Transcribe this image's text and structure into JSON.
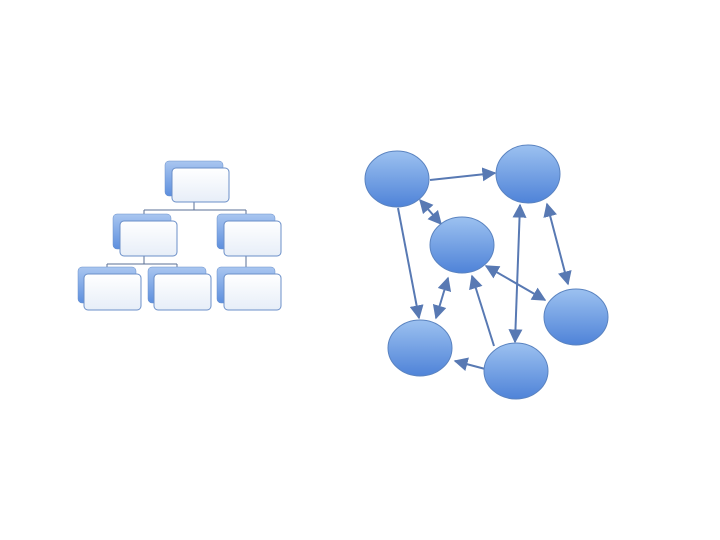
{
  "colors": {
    "background": "#ffffff",
    "node_light": "#9cc1f0",
    "node_dark": "#4f83d8",
    "node_stroke": "#5a83c0",
    "arrow": "#5879b3",
    "box_back_light": "#a9c6f0",
    "box_back_dark": "#5d8fde",
    "box_front_light": "#ffffff",
    "box_front_dark": "#e7eef8",
    "box_stroke": "#6b8fc8",
    "connector": "#5a6f94"
  },
  "hierarchy_diagram": {
    "description_label": "",
    "levels": 3,
    "boxes": [
      "root",
      "child-left",
      "child-right",
      "grandchild-1",
      "grandchild-2",
      "grandchild-3"
    ]
  },
  "network_diagram": {
    "nodes": [
      "top-left",
      "top-right",
      "center",
      "right",
      "bottom-left",
      "bottom"
    ],
    "edges": [
      {
        "from": "top-left",
        "to": "top-right",
        "direction": "forward"
      },
      {
        "from": "top-left",
        "to": "center",
        "direction": "both"
      },
      {
        "from": "top-left",
        "to": "bottom-left",
        "direction": "forward"
      },
      {
        "from": "top-right",
        "to": "right",
        "direction": "both"
      },
      {
        "from": "top-right",
        "to": "bottom",
        "direction": "both"
      },
      {
        "from": "center",
        "to": "right",
        "direction": "both"
      },
      {
        "from": "center",
        "to": "bottom-left",
        "direction": "both"
      },
      {
        "from": "bottom",
        "to": "center",
        "direction": "forward"
      },
      {
        "from": "bottom",
        "to": "bottom-left",
        "direction": "forward"
      }
    ]
  }
}
